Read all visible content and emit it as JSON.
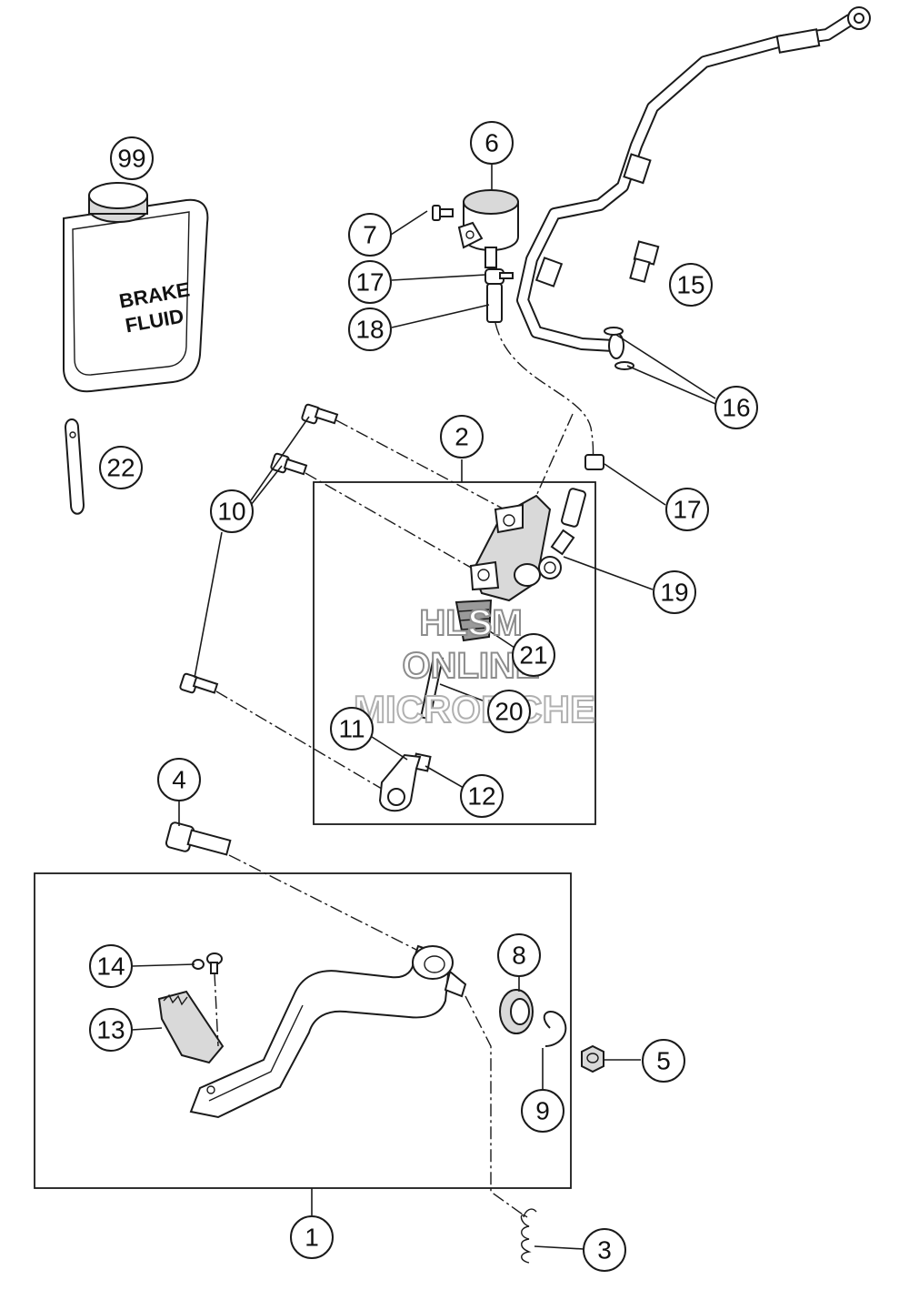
{
  "callouts": {
    "c1": "1",
    "c2": "2",
    "c3": "3",
    "c4": "4",
    "c5": "5",
    "c6": "6",
    "c7": "7",
    "c8": "8",
    "c9": "9",
    "c10": "10",
    "c11": "11",
    "c12": "12",
    "c13": "13",
    "c14": "14",
    "c15": "15",
    "c16": "16",
    "c17a": "17",
    "c17b": "17",
    "c18": "18",
    "c19": "19",
    "c20": "20",
    "c21": "21",
    "c22": "22",
    "c99": "99"
  },
  "can_label": {
    "line1": "BRAKE",
    "line2": "FLUID"
  },
  "watermark": {
    "line1": "HLSM",
    "line2": "ONLINE",
    "line3": "MICROFICHE"
  },
  "colors": {
    "line": "#1a1a1a",
    "watermark_stroke": "#8c8c8c",
    "background": "#ffffff"
  }
}
